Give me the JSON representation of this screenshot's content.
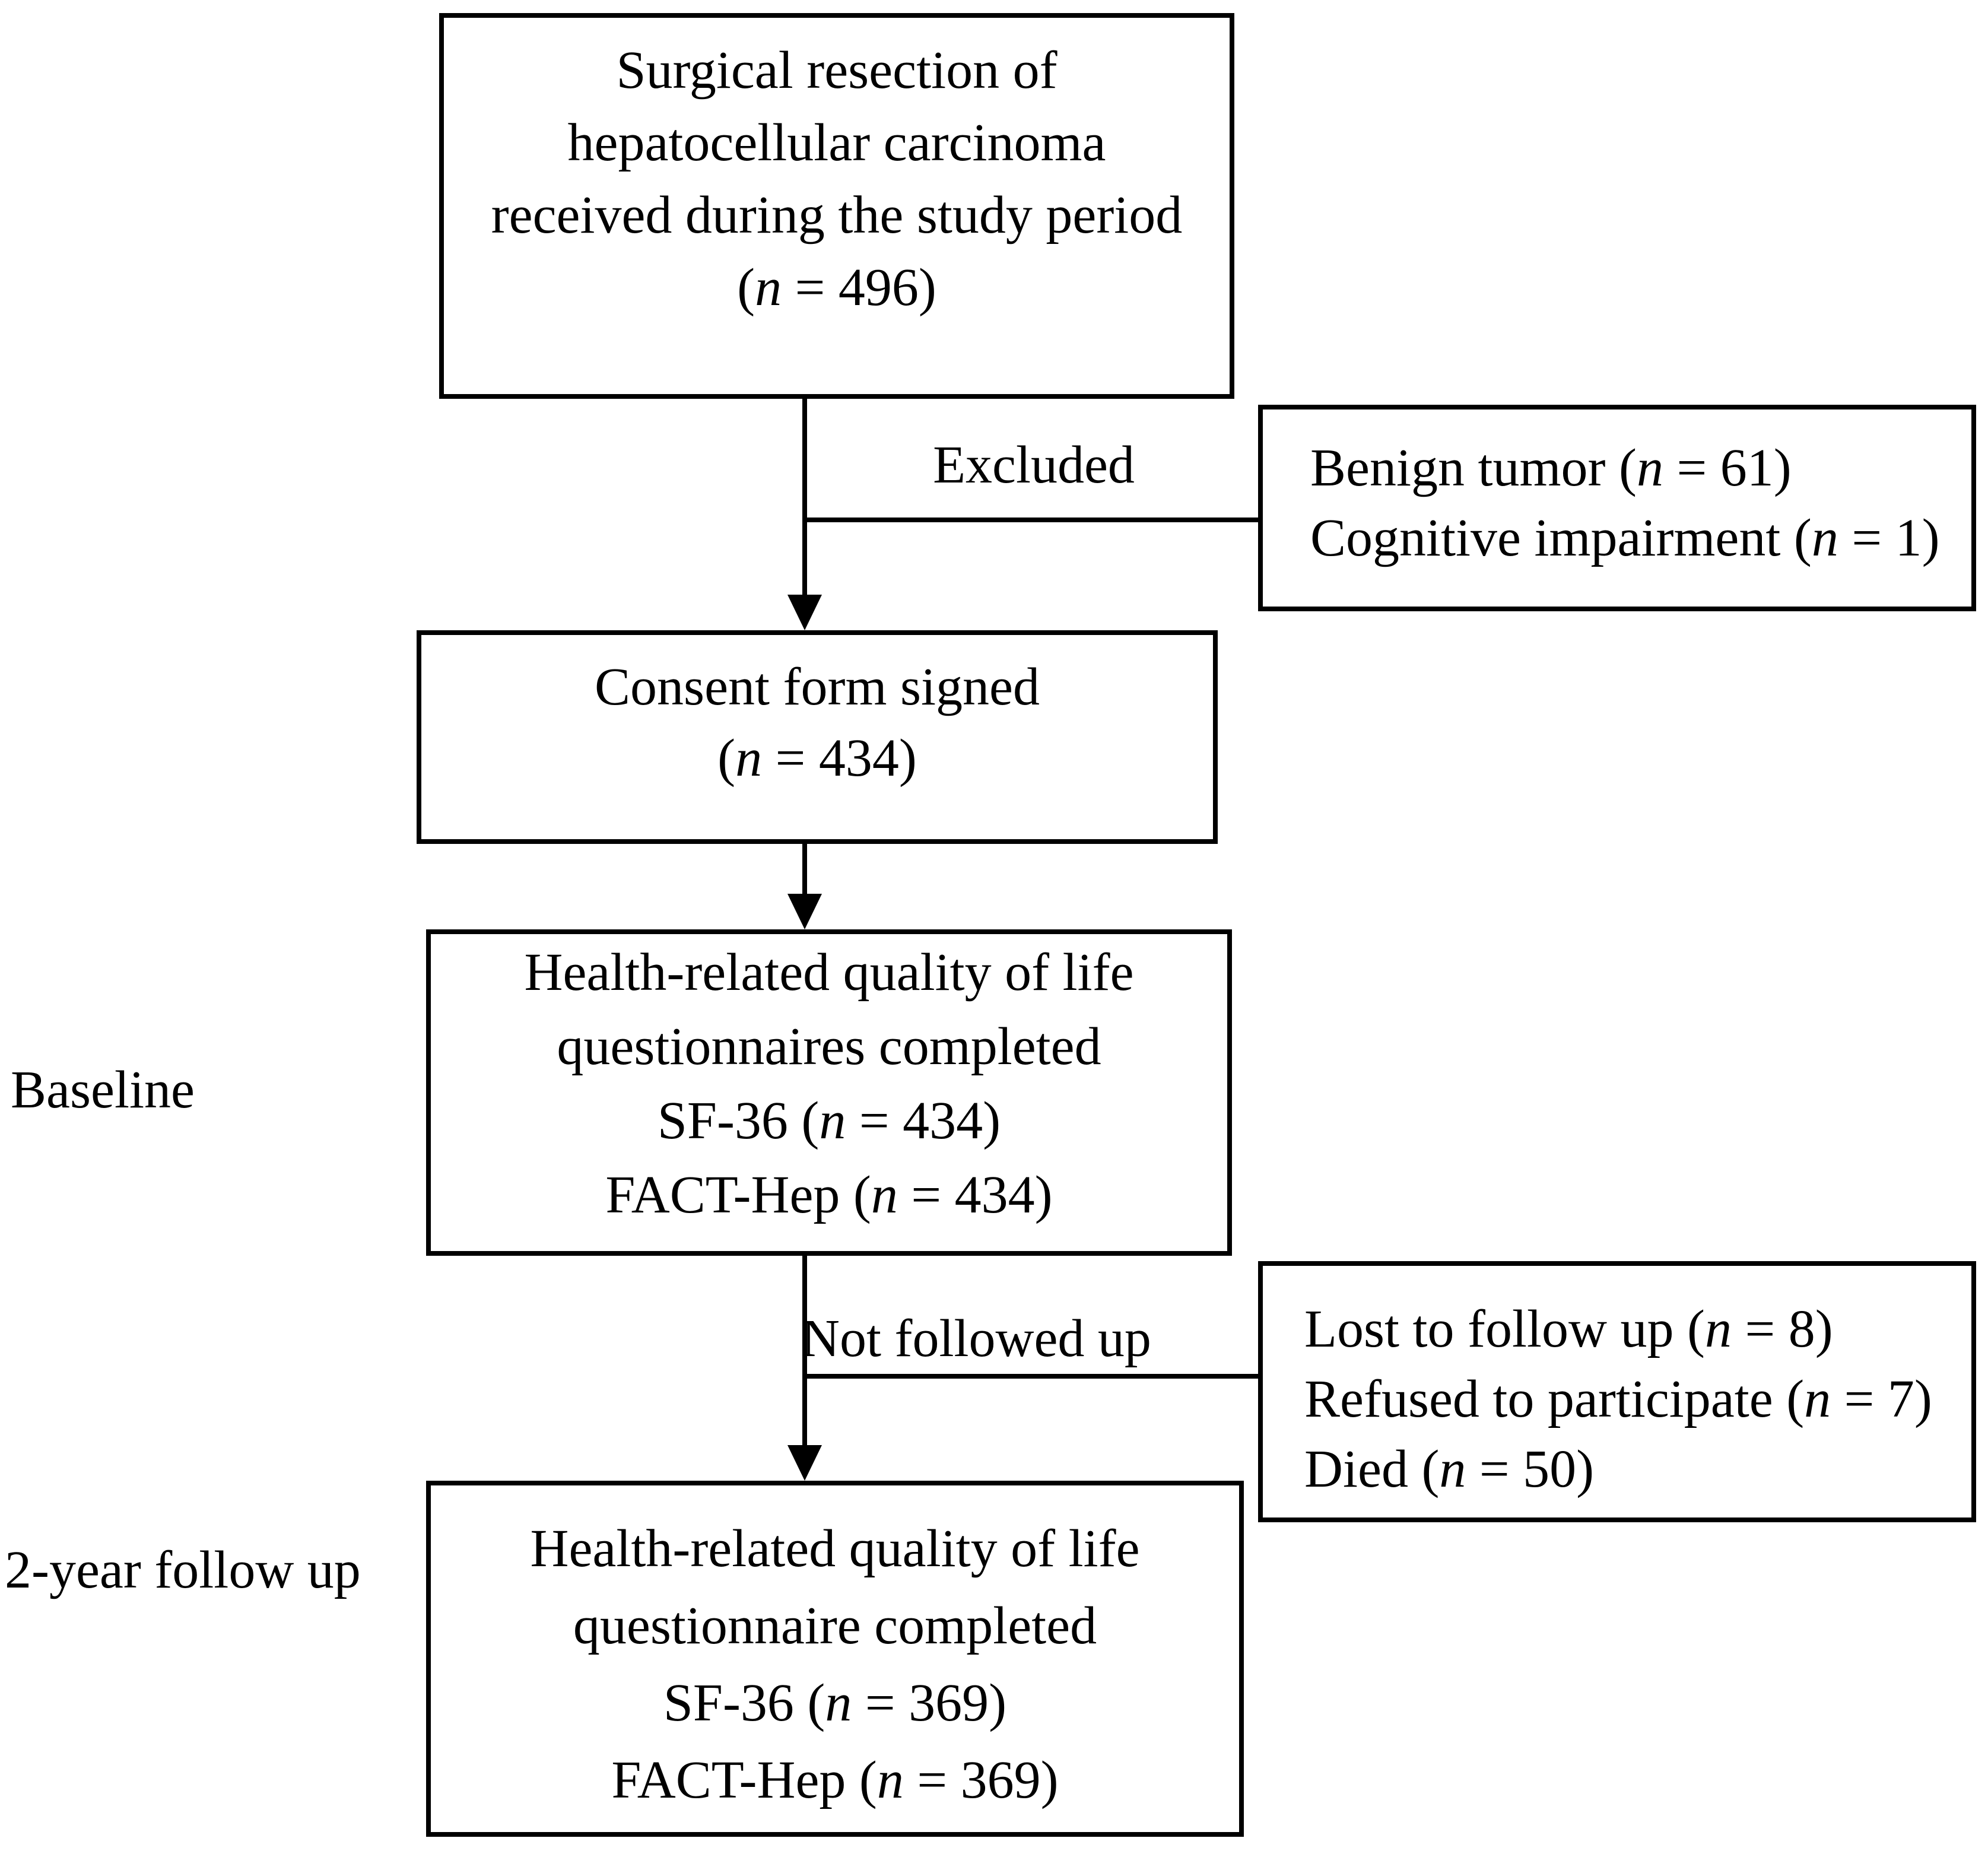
{
  "diagram": {
    "background_color": "#ffffff",
    "line_color": "#000000",
    "boxes": {
      "surgical": {
        "lines": [
          "Surgical resection of",
          "hepatocellular carcinoma",
          "received during the study period",
          "(n = 496)"
        ]
      },
      "excluded_reasons": {
        "lines": [
          "Benign tumor (n = 61)",
          "Cognitive impairment (n = 1)"
        ]
      },
      "consent": {
        "lines": [
          "Consent form signed",
          "(n = 434)"
        ]
      },
      "baseline_hrqol": {
        "lines": [
          "Health-related quality of life",
          "questionnaires completed",
          "SF-36 (n = 434)",
          "FACT-Hep (n = 434)"
        ]
      },
      "not_followed_reasons": {
        "lines": [
          "Lost to follow up (n = 8)",
          "Refused to participate (n = 7)",
          "Died (n = 50)"
        ]
      },
      "followup_hrqol": {
        "lines": [
          "Health-related quality of life",
          "questionnaire completed",
          "SF-36 (n = 369)",
          "FACT-Hep (n = 369)"
        ]
      }
    },
    "labels": {
      "excluded": "Excluded",
      "baseline": "Baseline",
      "not_followed_up": "Not followed up",
      "two_year_follow_up": "2-year follow up"
    }
  }
}
